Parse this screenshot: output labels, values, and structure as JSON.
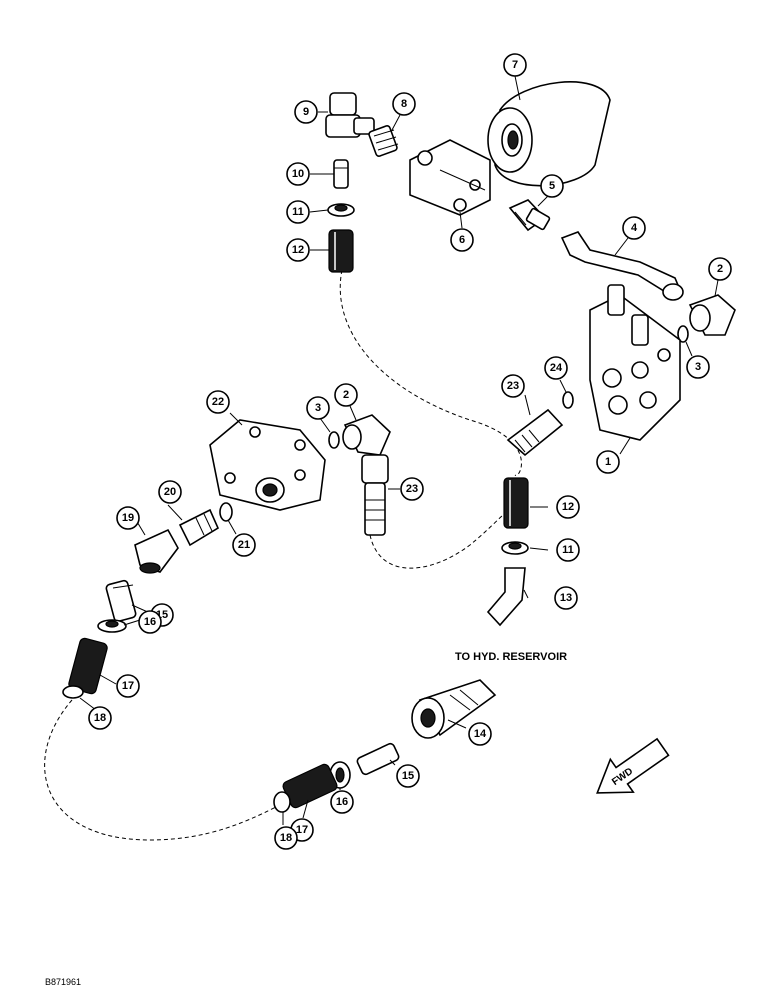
{
  "callouts": {
    "c1": "1",
    "c2a": "2",
    "c2b": "2",
    "c3a": "3",
    "c3b": "3",
    "c4": "4",
    "c5": "5",
    "c6": "6",
    "c7": "7",
    "c8": "8",
    "c9": "9",
    "c10": "10",
    "c11a": "11",
    "c11b": "11",
    "c12a": "12",
    "c12b": "12",
    "c13": "13",
    "c14": "14",
    "c15a": "15",
    "c15b": "15",
    "c16a": "16",
    "c16b": "16",
    "c17a": "17",
    "c17b": "17",
    "c18a": "18",
    "c18b": "18",
    "c19": "19",
    "c20": "20",
    "c21": "21",
    "c22": "22",
    "c23a": "23",
    "c23b": "23",
    "c24": "24"
  },
  "labels": {
    "reservoir": "TO HYD. RESERVOIR",
    "fwd": "FWD",
    "figure_id": "B871961"
  }
}
